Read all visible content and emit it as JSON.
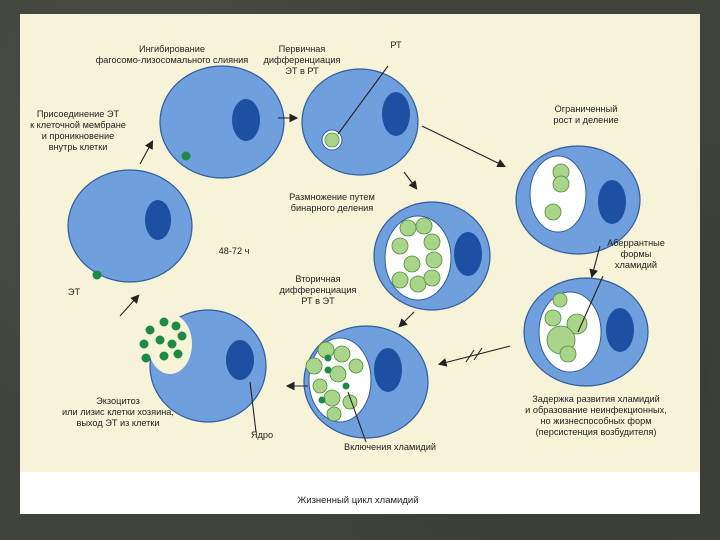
{
  "caption": "Жизненный цикл хламидий",
  "colors": {
    "background": "#3f453c",
    "slide": "#ffffff",
    "diagram": "#f7f3d8",
    "cell_fill": "#6f9fdc",
    "cell_stroke": "#2f5c9c",
    "nucleus": "#1d4fa2",
    "vacuole": "#ffffff",
    "body_green": "#a9d58a",
    "eb_green": "#1e8a45"
  },
  "labels": {
    "inhibition": [
      "Ингибирование",
      "фагосомо-лизосомального слияния"
    ],
    "primary_diff": [
      "Первичная",
      "дифференциация",
      "ЭТ в РТ"
    ],
    "rt": "РТ",
    "limited_growth": [
      "Ограниченный",
      "рост и деление"
    ],
    "attachment": [
      "Присоединение ЭТ",
      "к клеточной мембране",
      "и проникновение",
      "внутрь клетки"
    ],
    "binary_division": [
      "Размножение путем",
      "бинарного деления"
    ],
    "time": "48-72 ч",
    "aberrant": [
      "Аберрантные",
      "формы",
      "хламидий"
    ],
    "et": "ЭТ",
    "secondary_diff": [
      "Вторичная",
      "дифференциация",
      "РТ в ЭТ"
    ],
    "exocytosis": [
      "Экзоцитоз",
      "или лизис клетки хозяина,",
      "выход ЭТ из клетки"
    ],
    "nucleus": "Ядро",
    "inclusions": "Включения хламидий",
    "delay": [
      "Задержка развития хламидий",
      "и образование неинфекционных,",
      "но жизнеспособных форм",
      "(персистенция возбудителя)"
    ]
  }
}
